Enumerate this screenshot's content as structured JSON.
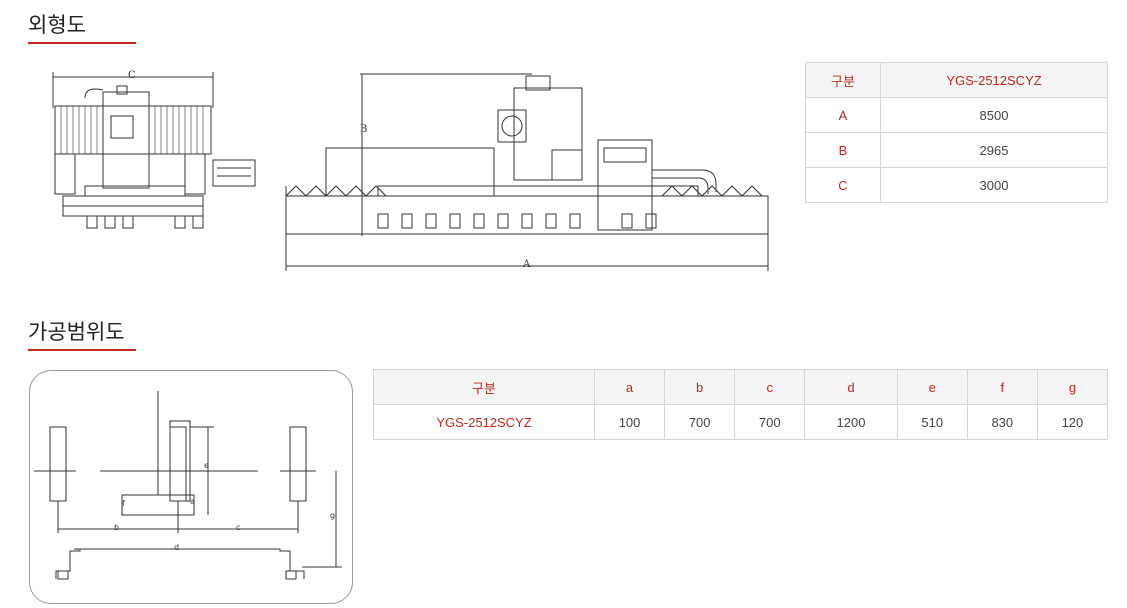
{
  "sections": {
    "outline_title": "외형도",
    "range_title": "가공범위도"
  },
  "drawing_labels": {
    "front_c": "C",
    "side_a": "A",
    "side_b": "B",
    "range_b": "b",
    "range_c": "c",
    "range_d": "d",
    "range_e": "e",
    "range_f": "f",
    "range_g": "g",
    "range_a": "a"
  },
  "outline_table": {
    "header": [
      "구분",
      "YGS-2512SCYZ"
    ],
    "rows": [
      {
        "label": "A",
        "value": "8500"
      },
      {
        "label": "B",
        "value": "2965"
      },
      {
        "label": "C",
        "value": "3000"
      }
    ]
  },
  "range_table": {
    "header": [
      "구분",
      "a",
      "b",
      "c",
      "d",
      "e",
      "f",
      "g"
    ],
    "row": {
      "model": "YGS-2512SCYZ",
      "values": [
        "100",
        "700",
        "700",
        "1200",
        "510",
        "830",
        "120"
      ]
    }
  }
}
